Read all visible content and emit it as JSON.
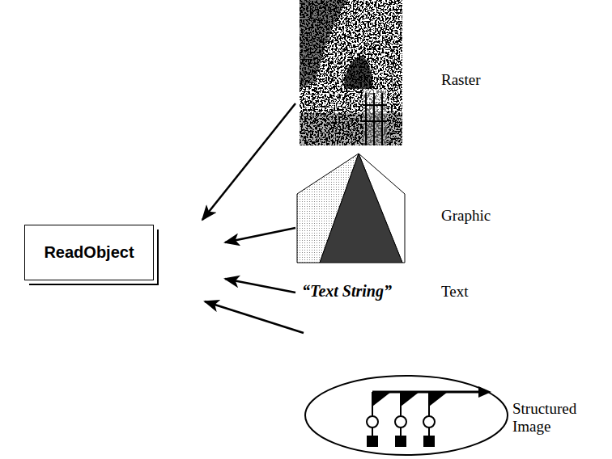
{
  "diagram": {
    "nodes": [
      {
        "text": [
          "ReadObject"
        ]
      },
      {
        "text": [
          "Raster"
        ]
      },
      {
        "text": [
          "Graphic"
        ]
      },
      {
        "text": [
          "“Text String”",
          "Text"
        ]
      },
      {
        "text": [
          "Structured Image"
        ]
      }
    ],
    "edges": [
      {
        "from": 1,
        "to": 0,
        "arrow": "to"
      },
      {
        "from": 2,
        "to": 0,
        "arrow": "to"
      },
      {
        "from": 3,
        "to": 0,
        "arrow": "to"
      },
      {
        "from": 4,
        "to": 0,
        "arrow": "to"
      }
    ]
  }
}
